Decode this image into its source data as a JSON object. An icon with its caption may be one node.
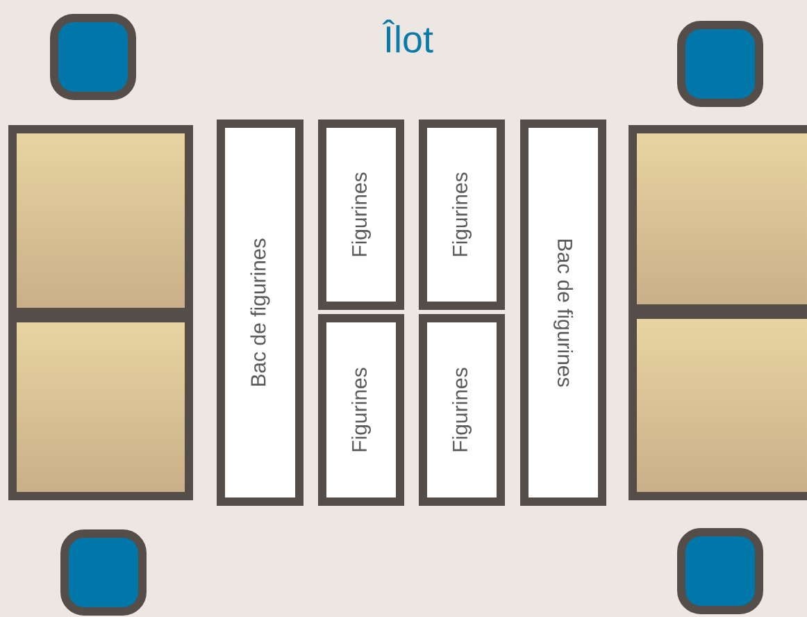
{
  "diagram": {
    "title": "Îlot",
    "nodes": [
      {
        "text": [],
        "shape": "box"
      },
      {
        "text": [],
        "shape": "box"
      },
      {
        "text": [],
        "shape": "box"
      },
      {
        "text": [],
        "shape": "box"
      },
      {
        "text": [
          "Bac de figurines"
        ]
      },
      {
        "text": [
          "Figurines"
        ]
      },
      {
        "text": [
          "Figurines"
        ]
      },
      {
        "text": [
          "Figurines"
        ]
      },
      {
        "text": [
          "Figurines"
        ]
      },
      {
        "text": [
          "Bac de figurines"
        ]
      },
      {
        "text": [],
        "shape": "box"
      },
      {
        "text": [],
        "shape": "box"
      },
      {
        "text": [],
        "shape": "box"
      },
      {
        "text": [],
        "shape": "box"
      }
    ]
  }
}
